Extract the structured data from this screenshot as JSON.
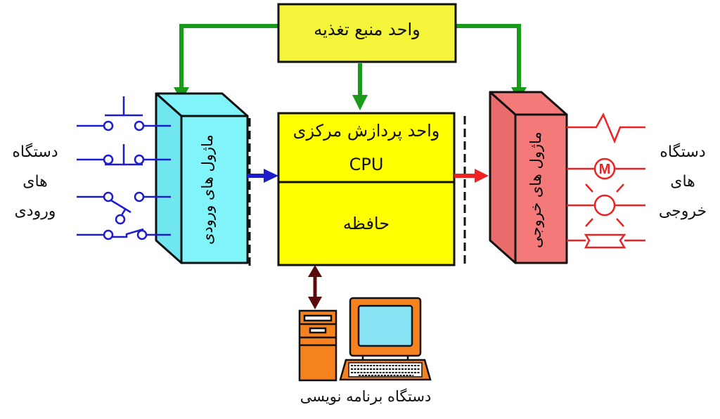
{
  "power_supply": {
    "label": "واحد منبع تغذیه"
  },
  "cpu": {
    "label_fa": "واحد پردازش مرکزی",
    "label_en": "CPU"
  },
  "memory": {
    "label": "حافظه"
  },
  "input_module": {
    "label": "ماژول های ورودی"
  },
  "output_module": {
    "label": "ماژول های خروجی"
  },
  "input_devices": {
    "line1": "دستگاه",
    "line2": "های",
    "line3": "ورودی"
  },
  "output_devices": {
    "line1": "دستگاه",
    "line2": "های",
    "line3": "خروجی"
  },
  "programmer": {
    "label": "دستگاه برنامه نویسی"
  },
  "motor_symbol": {
    "letter": "M"
  },
  "colors": {
    "yellow": "#ffff00",
    "power_yellow": "#f4f43a",
    "green": "#1a9a1a",
    "blue": "#1c1ccc",
    "red": "#ee2222",
    "input_cyan": "#80f4f8",
    "output_pink": "#f47a7a",
    "orange": "#f5821f",
    "screen": "#88e4f4",
    "maroon": "#5a0a0a"
  }
}
